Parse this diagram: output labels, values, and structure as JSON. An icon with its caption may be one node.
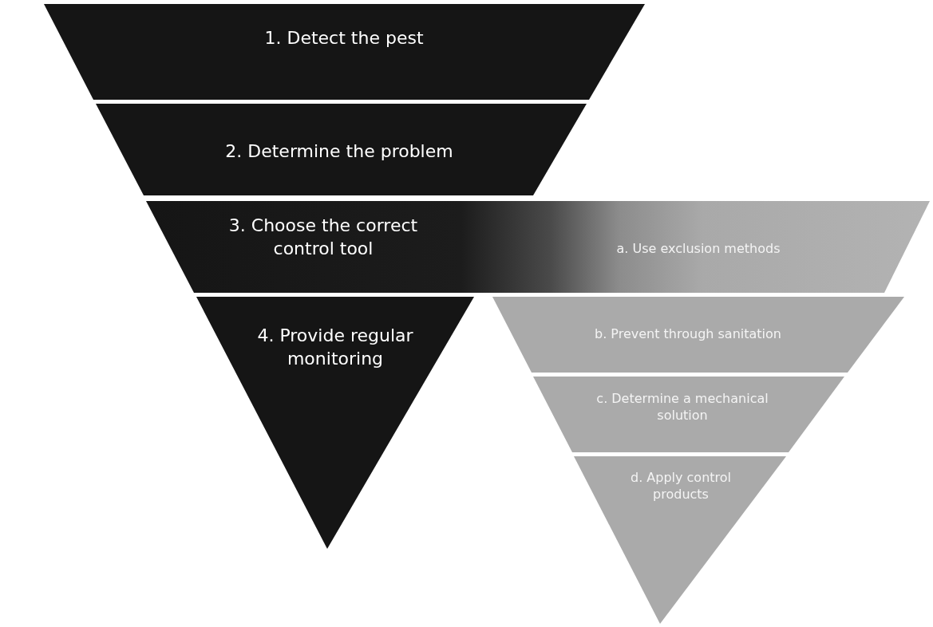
{
  "diagram": {
    "nodes": [
      {
        "text": [
          "1. Detect the pest"
        ]
      },
      {
        "text": [
          "2. Determine the problem"
        ]
      },
      {
        "text": [
          "3. Choose the correct control tool"
        ]
      },
      {
        "text": [
          "4. Provide regular monitoring"
        ]
      },
      {
        "text": [
          "a. Use exclusion methods"
        ]
      },
      {
        "text": [
          "b. Prevent through sanitation"
        ]
      },
      {
        "text": [
          "c. Determine a mechanical solution"
        ]
      },
      {
        "text": [
          "d. Apply control products"
        ]
      }
    ]
  }
}
